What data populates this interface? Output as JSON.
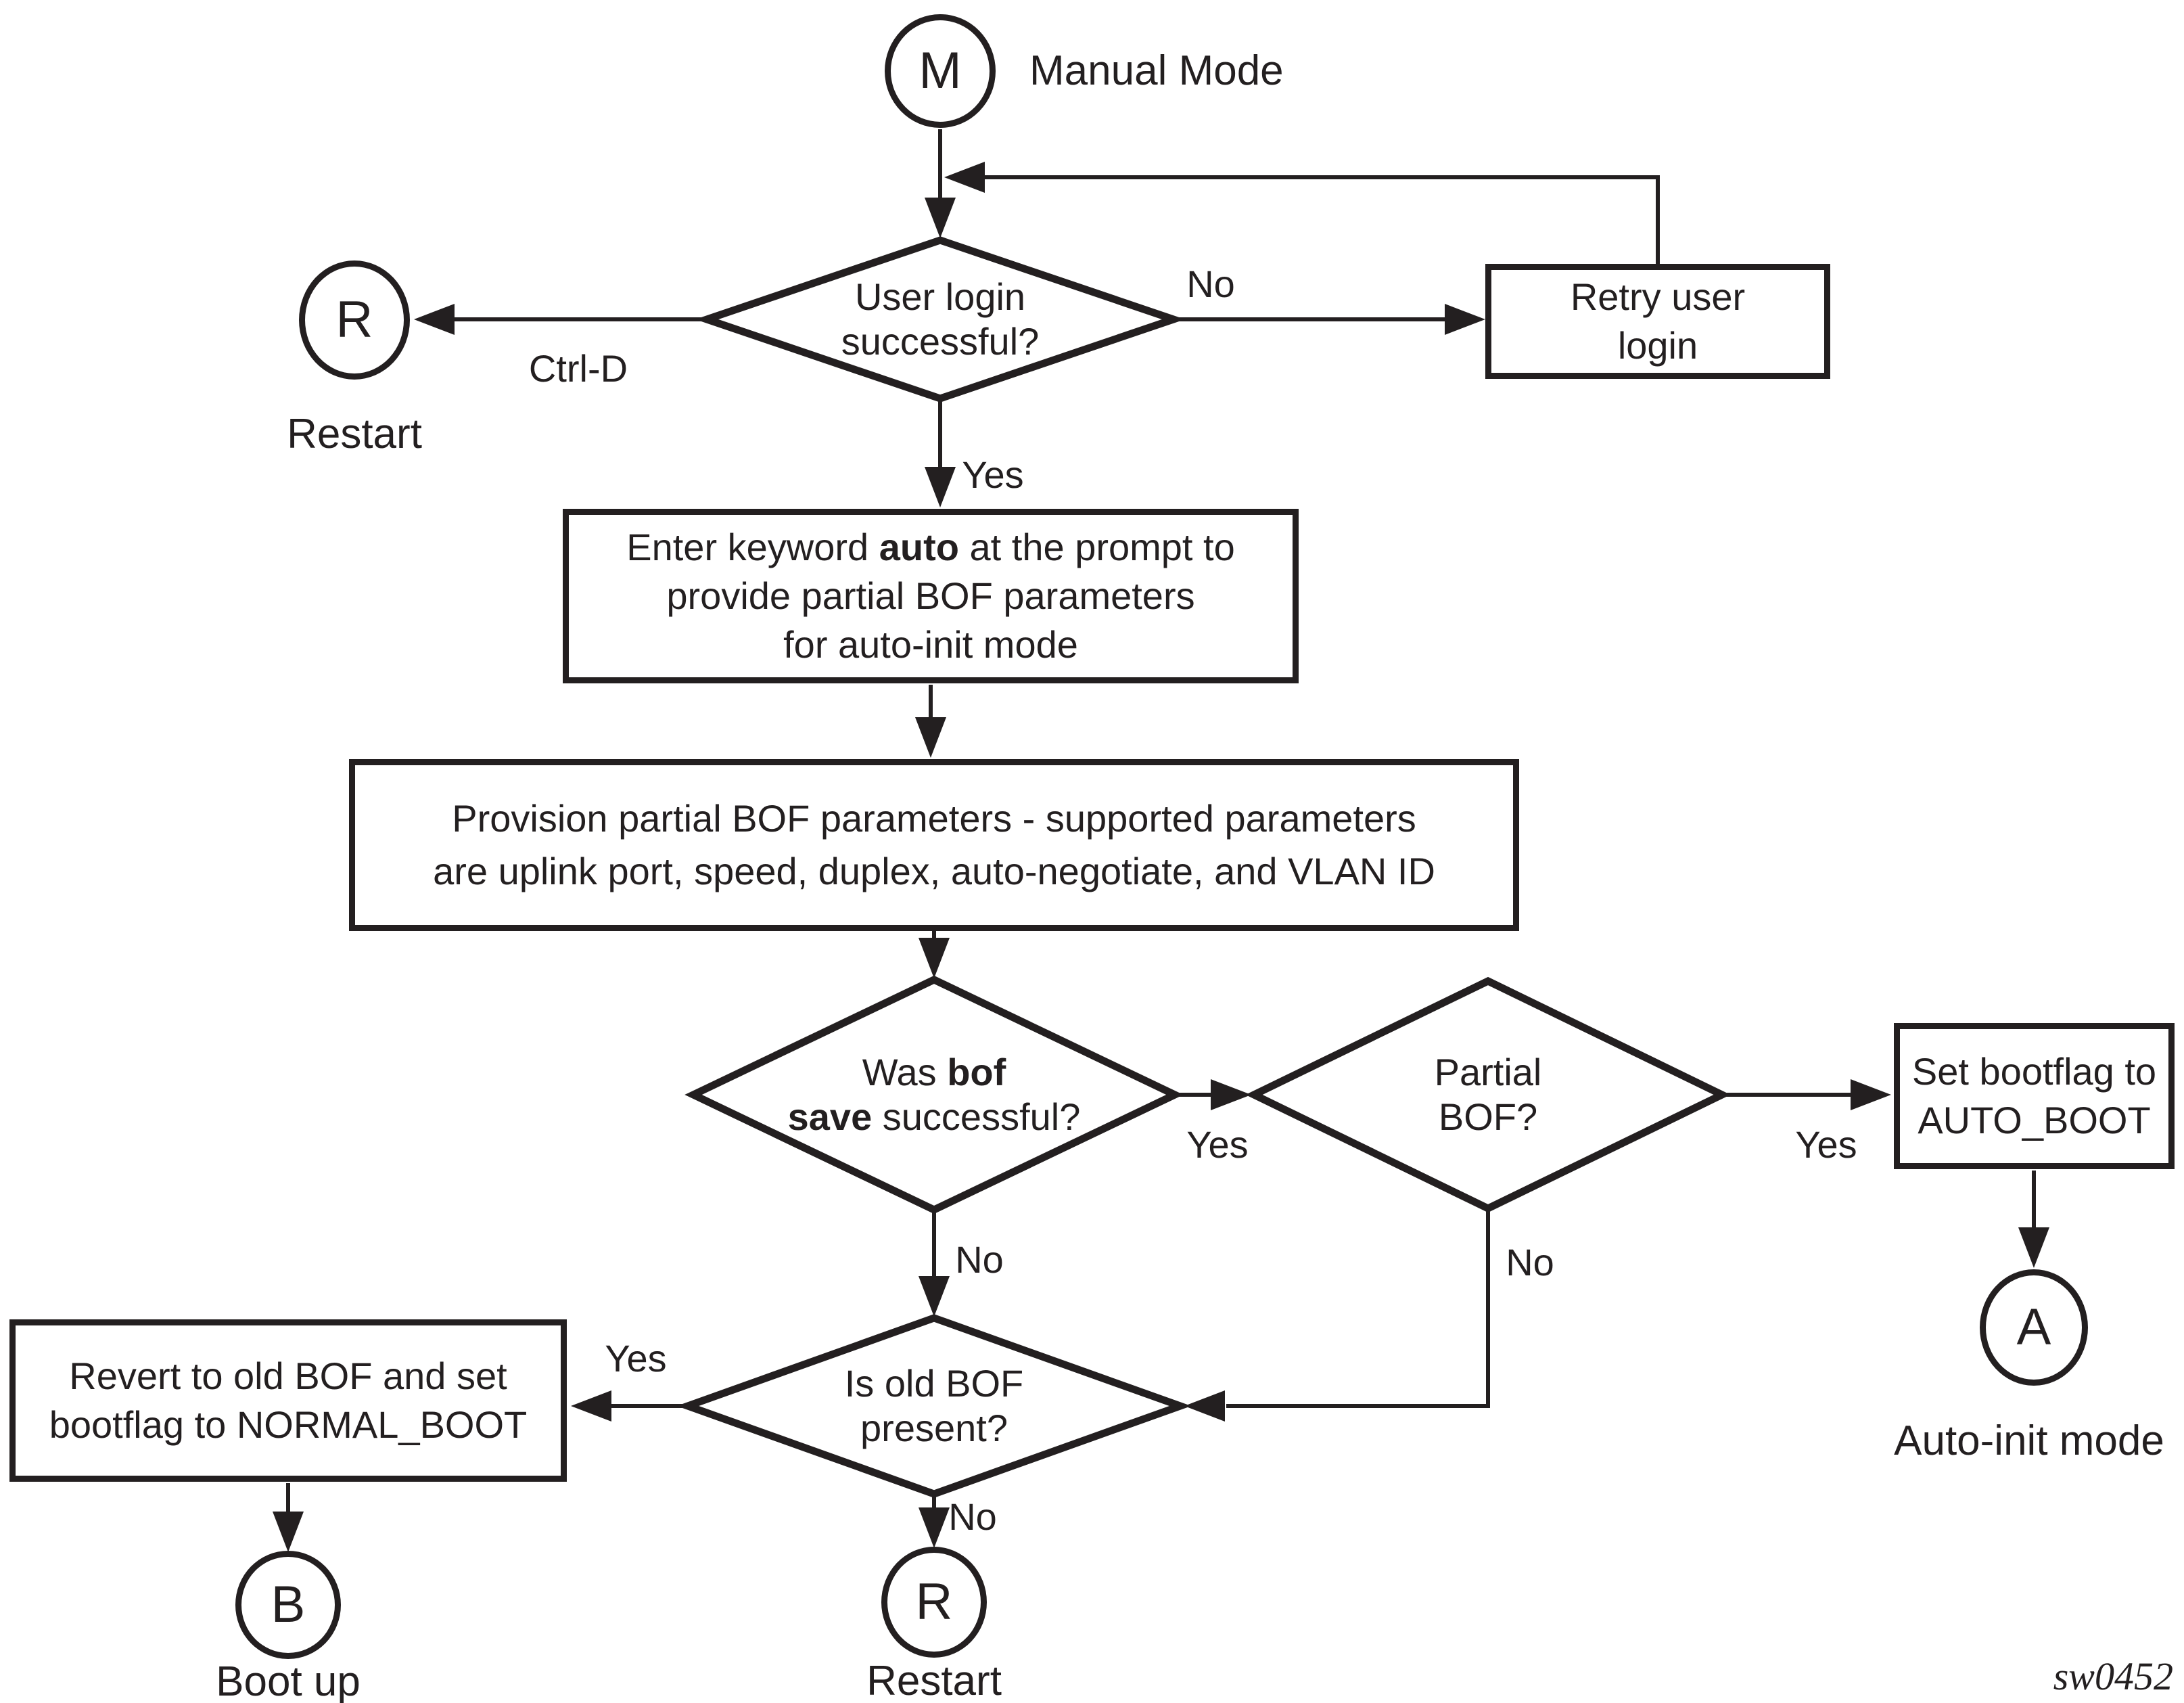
{
  "nodes": {
    "start": {
      "letter": "M",
      "label": "Manual Mode"
    },
    "login_check": {
      "line1": "User login",
      "line2": "successful?"
    },
    "retry": {
      "line1": "Retry user",
      "line2": "login"
    },
    "restart_top": {
      "letter": "R",
      "label": "Restart"
    },
    "enter_auto": {
      "line1_pre": "Enter keyword ",
      "line1_bold": "auto",
      "line1_post": " at the prompt to",
      "line2": "provide partial BOF parameters",
      "line3": "for auto-init mode"
    },
    "provision": {
      "line1": "Provision partial BOF parameters - supported parameters",
      "line2": "are uplink port, speed, duplex, auto-negotiate, and VLAN ID"
    },
    "bof_save_check": {
      "line1_pre": "Was ",
      "line1_bold": "bof",
      "line2_bold": "save",
      "line2_post": " successful?"
    },
    "partial_bof_check": {
      "line1": "Partial",
      "line2": "BOF?"
    },
    "set_bootflag": {
      "line1": "Set bootflag to",
      "line2": "AUTO_BOOT"
    },
    "auto_init": {
      "letter": "A",
      "label": "Auto-init mode"
    },
    "old_bof_check": {
      "line1": "Is old BOF",
      "line2": "present?"
    },
    "revert": {
      "line1": "Revert to old BOF and set",
      "line2": "bootflag to NORMAL_BOOT"
    },
    "boot_up": {
      "letter": "B",
      "label": "Boot up"
    },
    "restart_bottom": {
      "letter": "R",
      "label": "Restart"
    }
  },
  "edge_labels": {
    "login_no": "No",
    "login_ctrl_d": "Ctrl-D",
    "login_yes": "Yes",
    "bof_save_yes": "Yes",
    "bof_save_no": "No",
    "partial_yes": "Yes",
    "partial_no": "No",
    "old_bof_yes": "Yes",
    "old_bof_no": "No"
  },
  "footer": {
    "figure_id": "sw0452"
  },
  "colors": {
    "ink": "#231f20",
    "background": "#ffffff"
  }
}
